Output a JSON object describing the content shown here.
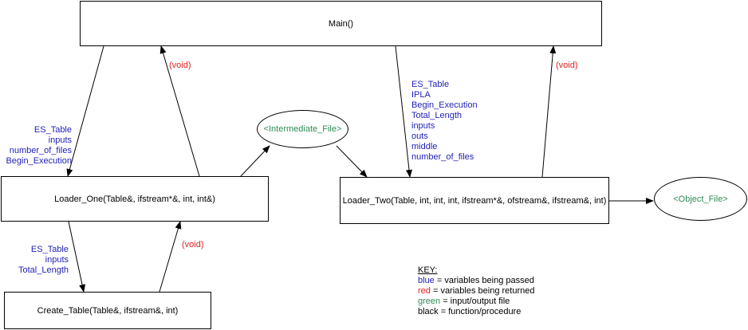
{
  "colors": {
    "passed": "#1f1fb8",
    "returned": "#e02020",
    "file": "#2e8b57",
    "function": "#000000"
  },
  "nodes": {
    "main": "Main()",
    "loader_one": "Loader_One(Table&, ifstream*&, int, int&)",
    "loader_two": "Loader_Two(Table, int, int, int, ifstream*&, ofstream&, ifstream&, int)",
    "create_table": "Create_Table(Table&, ifstream&, int)",
    "intermediate_file": "<Intermediate_File>",
    "object_file": "<Object_File>"
  },
  "edge_labels": {
    "main_to_loader_one": [
      "ES_Table",
      "inputs",
      "number_of_files",
      "Begin_Execution"
    ],
    "main_to_loader_two": [
      "ES_Table",
      "IPLA",
      "Begin_Execution",
      "Total_Length",
      "inputs",
      "outs",
      "middle",
      "number_of_files"
    ],
    "loader_one_to_create_table": [
      "ES_Table",
      "inputs",
      "Total_Length"
    ],
    "loader_one_return": "(void)",
    "loader_two_return": "(void)",
    "create_table_return": "(void)"
  },
  "key": {
    "title": "KEY:",
    "blue_word": "blue",
    "blue_desc": " = variables being passed",
    "red_word": "red",
    "red_desc": " = variables being returned",
    "green_word": "green",
    "green_desc": " = input/output file",
    "black_word": "black",
    "black_desc": " = function/procedure"
  }
}
